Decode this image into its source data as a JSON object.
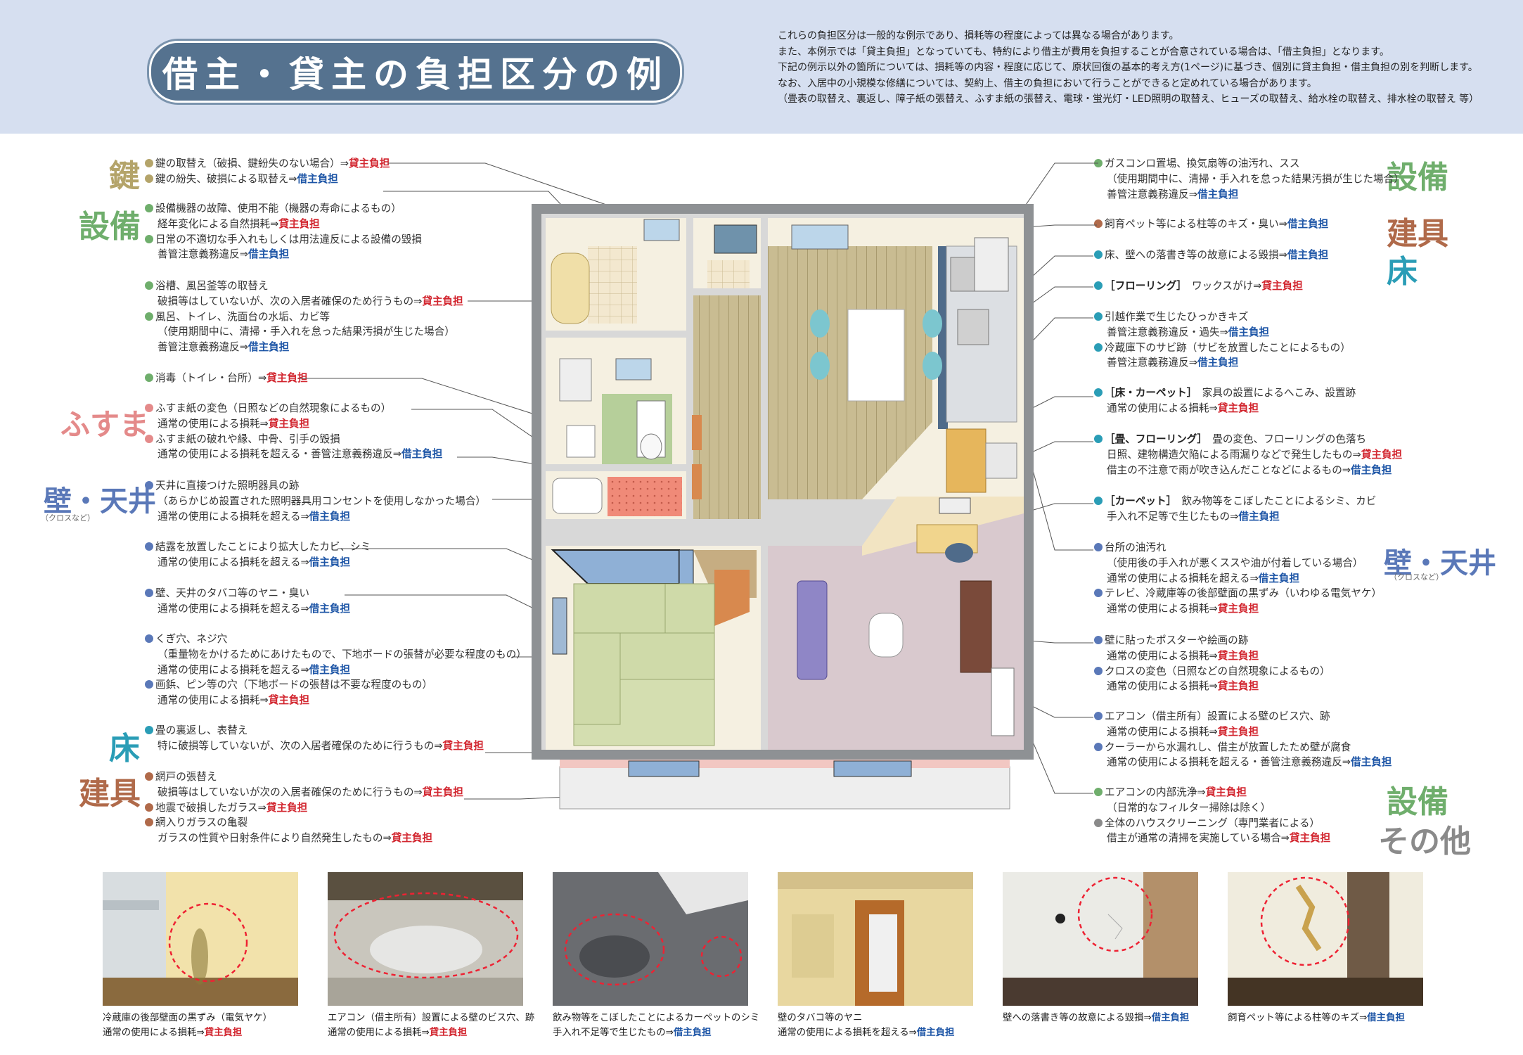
{
  "header": {
    "title": "借主・貸主の負担区分の例",
    "notes": [
      "これらの負担区分は一般的な例示であり、損耗等の程度によっては異なる場合があります。",
      "また、本例示では「貸主負担」となっていても、特約により借主が費用を負担することが合意されている場合は、「借主負担」となります。",
      "下記の例示以外の箇所については、損耗等の内容・程度に応じて、原状回復の基本的考え方(1ページ)に基づき、個別に貸主負担・借主負担の別を判断します。",
      "なお、入居中の小規模な修繕については、契約上、借主の負担において行うことができると定めれている場合があります。",
      "（畳表の取替え、裏返し、障子紙の張替え、ふすま紙の張替え、電球・蛍光灯・LED照明の取替え、ヒューズの取替え、給水栓の取替え、排水栓の取替え 等）"
    ]
  },
  "colors": {
    "header_bg": "#d6dff0",
    "title_bg": "#55728f",
    "landlord": "#d2262f",
    "tenant": "#1d55a6",
    "cat_key": "#b4a46a",
    "cat_equipment": "#6fae6c",
    "cat_fusuma": "#e48a8a",
    "cat_wall": "#5a78b8",
    "cat_floor": "#2a9db6",
    "cat_fixture": "#b06a4a",
    "cat_other": "#8a8a8a"
  },
  "categories_left": {
    "key": "鍵",
    "equipment": "設備",
    "fusuma": "ふすま",
    "wall": "壁・天井",
    "wall_note": "（クロスなど）",
    "floor": "床",
    "fixture": "建具"
  },
  "categories_right": {
    "equipment1": "設備",
    "fixture": "建具",
    "floor": "床",
    "wall": "壁・天井",
    "wall_note": "（クロスなど）",
    "equipment2": "設備",
    "other": "その他"
  },
  "left_blocks": [
    {
      "lines": [
        {
          "dot": "#b4a46a",
          "text": "鍵の取替え（破損、鍵紛失のない場合）⇒",
          "tag": "貸主負担",
          "tc": "red"
        },
        {
          "dot": "#b4a46a",
          "text": "鍵の紛失、破損による取替え⇒",
          "tag": "借主負担",
          "tc": "blu"
        }
      ]
    },
    {
      "lines": [
        {
          "dot": "#6fae6c",
          "text": "設備機器の故障、使用不能（機器の寿命によるもの）"
        },
        {
          "text": "経年変化による自然損耗⇒",
          "tag": "貸主負担",
          "tc": "red"
        },
        {
          "dot": "#6fae6c",
          "text": "日常の不適切な手入れもしくは用法違反による設備の毀損"
        },
        {
          "text": "善管注意義務違反⇒",
          "tag": "借主負担",
          "tc": "blu"
        }
      ]
    },
    {
      "lines": [
        {
          "dot": "#6fae6c",
          "text": "浴槽、風呂釜等の取替え"
        },
        {
          "text": "破損等はしていないが、次の入居者確保のため行うもの⇒",
          "tag": "貸主負担",
          "tc": "red"
        },
        {
          "dot": "#6fae6c",
          "text": "風呂、トイレ、洗面台の水垢、カビ等"
        },
        {
          "text": "（使用期間中に、清掃・手入れを怠った結果汚損が生じた場合）"
        },
        {
          "text": "善管注意義務違反⇒",
          "tag": "借主負担",
          "tc": "blu"
        }
      ]
    },
    {
      "lines": [
        {
          "dot": "#6fae6c",
          "text": "消毒（トイレ・台所）⇒",
          "tag": "貸主負担",
          "tc": "red"
        }
      ]
    },
    {
      "lines": [
        {
          "dot": "#e48a8a",
          "text": "ふすま紙の変色（日照などの自然現象によるもの）"
        },
        {
          "text": "通常の使用による損耗⇒",
          "tag": "貸主負担",
          "tc": "red"
        },
        {
          "dot": "#e48a8a",
          "text": "ふすま紙の破れや縁、中骨、引手の毀損"
        },
        {
          "text": "通常の使用による損耗を超える・善管注意義務違反⇒",
          "tag": "借主負担",
          "tc": "blu"
        }
      ]
    },
    {
      "lines": [
        {
          "dot": "#5a78b8",
          "text": "天井に直接つけた照明器具の跡"
        },
        {
          "text": "（あらかじめ設置された照明器具用コンセントを使用しなかった場合）"
        },
        {
          "text": "通常の使用による損耗を超える⇒",
          "tag": "借主負担",
          "tc": "blu"
        }
      ]
    },
    {
      "lines": [
        {
          "dot": "#5a78b8",
          "text": "結露を放置したことにより拡大したカビ、シミ"
        },
        {
          "text": "通常の使用による損耗を超える⇒",
          "tag": "借主負担",
          "tc": "blu"
        }
      ]
    },
    {
      "lines": [
        {
          "dot": "#5a78b8",
          "text": "壁、天井のタバコ等のヤニ・臭い"
        },
        {
          "text": "通常の使用による損耗を超える⇒",
          "tag": "借主負担",
          "tc": "blu"
        }
      ]
    },
    {
      "lines": [
        {
          "dot": "#5a78b8",
          "text": "くぎ穴、ネジ穴"
        },
        {
          "text": "（重量物をかけるためにあけたもので、下地ボードの張替が必要な程度のもの）"
        },
        {
          "text": "通常の使用による損耗を超える⇒",
          "tag": "借主負担",
          "tc": "blu"
        },
        {
          "dot": "#5a78b8",
          "text": "画鋲、ピン等の穴（下地ボードの張替は不要な程度のもの）"
        },
        {
          "text": "通常の使用による損耗⇒",
          "tag": "貸主負担",
          "tc": "red"
        }
      ]
    },
    {
      "lines": [
        {
          "dot": "#2a9db6",
          "text": "畳の裏返し、表替え"
        },
        {
          "text": "特に破損等していないが、次の入居者確保のために行うもの⇒",
          "tag": "貸主負担",
          "tc": "red"
        }
      ]
    },
    {
      "lines": [
        {
          "dot": "#b06a4a",
          "text": "網戸の張替え"
        },
        {
          "text": "破損等はしていないが次の入居者確保のために行うもの⇒",
          "tag": "貸主負担",
          "tc": "red"
        },
        {
          "dot": "#b06a4a",
          "text": "地震で破損したガラス⇒",
          "tag": "貸主負担",
          "tc": "red"
        },
        {
          "dot": "#b06a4a",
          "text": "網入りガラスの亀裂"
        },
        {
          "text": "ガラスの性質や日射条件により自然発生したもの⇒",
          "tag": "貸主負担",
          "tc": "red"
        }
      ]
    }
  ],
  "right_blocks": [
    {
      "lines": [
        {
          "dot": "#6fae6c",
          "text": "ガスコンロ置場、換気扇等の油汚れ、スス"
        },
        {
          "text": "（使用期間中に、清掃・手入れを怠った結果汚損が生じた場合）"
        },
        {
          "text": "善管注意義務違反⇒",
          "tag": "借主負担",
          "tc": "blu"
        }
      ]
    },
    {
      "lines": [
        {
          "dot": "#b06a4a",
          "text": "飼育ペット等による柱等のキズ・臭い⇒",
          "tag": "借主負担",
          "tc": "blu"
        }
      ]
    },
    {
      "lines": [
        {
          "dot": "#2a9db6",
          "text": "床、壁への落書き等の故意による毀損⇒",
          "tag": "借主負担",
          "tc": "blu"
        }
      ]
    },
    {
      "lines": [
        {
          "dot": "#2a9db6",
          "br": "［フローリング］",
          "text": "　ワックスがけ⇒",
          "tag": "貸主負担",
          "tc": "red"
        }
      ]
    },
    {
      "lines": [
        {
          "dot": "#2a9db6",
          "text": "引越作業で生じたひっかきキズ"
        },
        {
          "text": "善管注意義務違反・過失⇒",
          "tag": "借主負担",
          "tc": "blu"
        },
        {
          "dot": "#2a9db6",
          "text": "冷蔵庫下のサビ跡（サビを放置したことによるもの）"
        },
        {
          "text": "善管注意義務違反⇒",
          "tag": "借主負担",
          "tc": "blu"
        }
      ]
    },
    {
      "lines": [
        {
          "dot": "#2a9db6",
          "br": "［床・カーペット］",
          "text": "　家具の設置によるへこみ、設置跡"
        },
        {
          "text": "通常の使用による損耗⇒",
          "tag": "貸主負担",
          "tc": "red"
        }
      ]
    },
    {
      "lines": [
        {
          "dot": "#2a9db6",
          "br": "［畳、フローリング］",
          "text": "　畳の変色、フローリングの色落ち"
        },
        {
          "text": "日照、建物構造欠陥による雨漏りなどで発生したもの⇒",
          "tag": "貸主負担",
          "tc": "red"
        },
        {
          "text": "借主の不注意で雨が吹き込んだことなどによるもの⇒",
          "tag": "借主負担",
          "tc": "blu"
        }
      ]
    },
    {
      "lines": [
        {
          "dot": "#2a9db6",
          "br": "［カーペット］",
          "text": "　飲み物等をこぼしたことによるシミ、カビ"
        },
        {
          "text": "手入れ不足等で生じたもの⇒",
          "tag": "借主負担",
          "tc": "blu"
        }
      ]
    },
    {
      "lines": [
        {
          "dot": "#5a78b8",
          "text": "台所の油汚れ"
        },
        {
          "text": "（使用後の手入れが悪くススや油が付着している場合）"
        },
        {
          "text": "通常の使用による損耗を超える⇒",
          "tag": "借主負担",
          "tc": "blu"
        },
        {
          "dot": "#5a78b8",
          "text": "テレビ、冷蔵庫等の後部壁面の黒ずみ（いわゆる電気ヤケ）"
        },
        {
          "text": "通常の使用による損耗⇒",
          "tag": "貸主負担",
          "tc": "red"
        }
      ]
    },
    {
      "lines": [
        {
          "dot": "#5a78b8",
          "text": "壁に貼ったポスターや絵画の跡"
        },
        {
          "text": "通常の使用による損耗⇒",
          "tag": "貸主負担",
          "tc": "red"
        },
        {
          "dot": "#5a78b8",
          "text": "クロスの変色（日照などの自然現象によるもの）"
        },
        {
          "text": "通常の使用による損耗⇒",
          "tag": "貸主負担",
          "tc": "red"
        }
      ]
    },
    {
      "lines": [
        {
          "dot": "#5a78b8",
          "text": "エアコン（借主所有）設置による壁のビス穴、跡"
        },
        {
          "text": "通常の使用による損耗⇒",
          "tag": "貸主負担",
          "tc": "red"
        },
        {
          "dot": "#5a78b8",
          "text": "クーラーから水漏れし、借主が放置したため壁が腐食"
        },
        {
          "text": "通常の使用による損耗を超える・善管注意義務違反⇒",
          "tag": "借主負担",
          "tc": "blu"
        }
      ]
    },
    {
      "lines": [
        {
          "dot": "#6fae6c",
          "text": "エアコンの内部洗浄⇒",
          "tag": "貸主負担",
          "tc": "red"
        },
        {
          "text": "（日常的なフィルター掃除は除く）"
        },
        {
          "dot": "#8a8a8a",
          "text": "全体のハウスクリーニング（専門業者による）"
        },
        {
          "text": "借主が通常の清掃を実施している場合⇒",
          "tag": "貸主負担",
          "tc": "red"
        }
      ]
    }
  ],
  "photos": [
    {
      "line1": "冷蔵庫の後部壁面の黒ずみ（電気ヤケ）",
      "line2": "通常の使用による損耗⇒",
      "tag": "貸主負担",
      "tc": "red"
    },
    {
      "line1": "エアコン（借主所有）設置による壁のビス穴、跡",
      "line2": "通常の使用による損耗⇒",
      "tag": "貸主負担",
      "tc": "red"
    },
    {
      "line1": "飲み物等をこぼしたことによるカーペットのシミ",
      "line2": "手入れ不足等で生じたもの⇒",
      "tag": "借主負担",
      "tc": "blu"
    },
    {
      "line1": "壁のタバコ等のヤニ",
      "line2": "通常の使用による損耗を超える⇒",
      "tag": "借主負担",
      "tc": "blu"
    },
    {
      "line1": "壁への落書き等の故意による毀損⇒",
      "line1_tag": "借主負担",
      "line2": "",
      "tag": "",
      "tc": "blu"
    },
    {
      "line1": "飼育ペット等による柱等のキズ⇒",
      "line1_tag": "借主負担",
      "line2": "",
      "tag": "",
      "tc": "blu"
    }
  ]
}
